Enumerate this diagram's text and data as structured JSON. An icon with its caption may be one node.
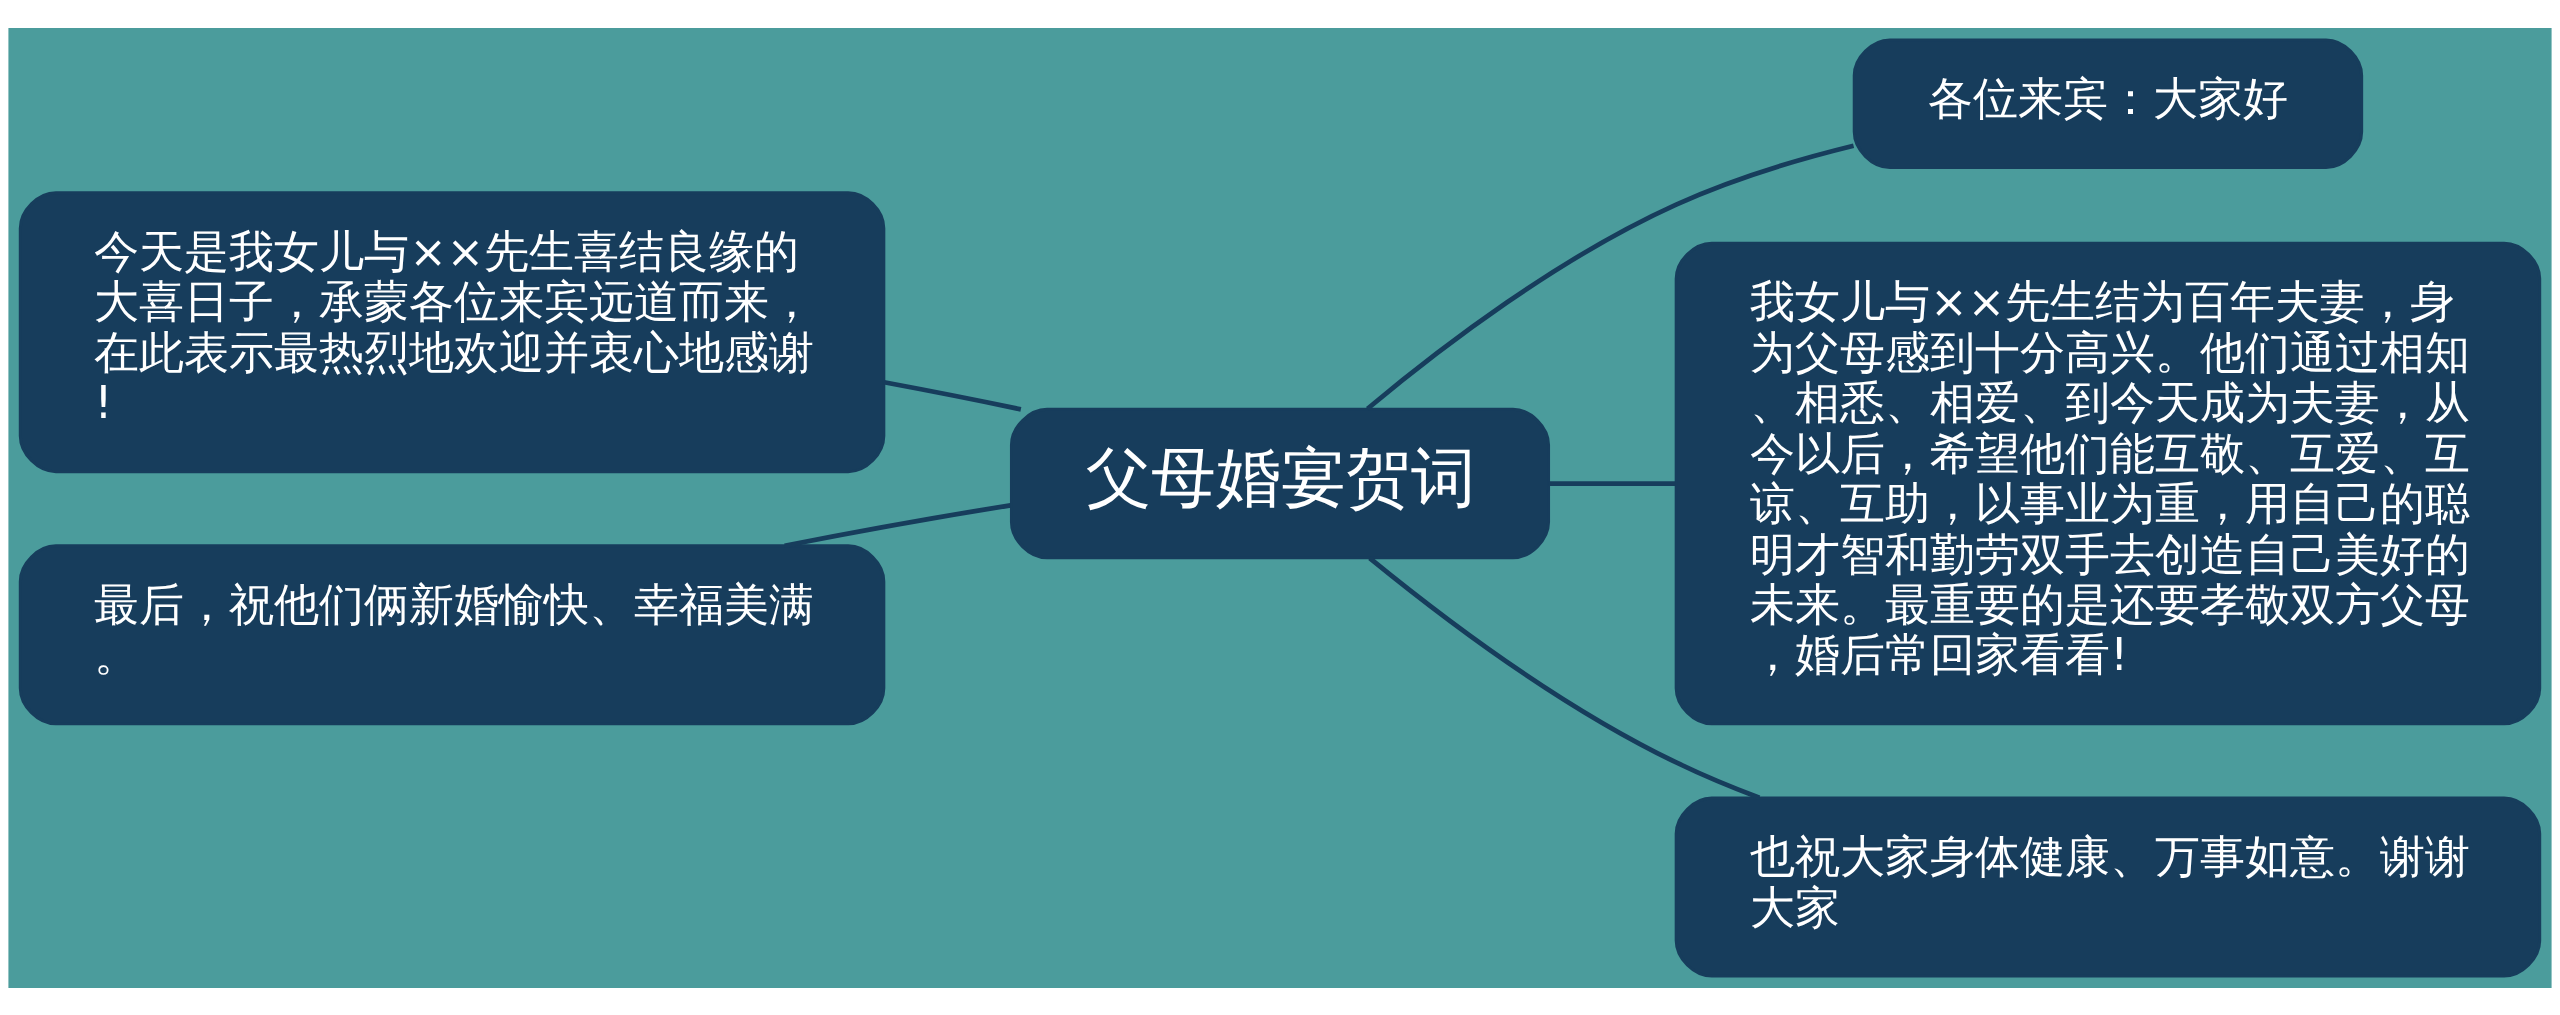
{
  "diagram": {
    "nodes": [
      {
        "text": [
          "父母婚宴贺词"
        ]
      },
      {
        "text": [
          "各位来宾：大家好"
        ]
      },
      {
        "text": [
          "今天是我女儿与××先生喜结良缘的大喜日子，承蒙各位来宾远道而来，在此表示最热烈地欢迎并衷心地感谢!"
        ]
      },
      {
        "text": [
          "我女儿与××先生结为百年夫妻，身为父母感到十分高兴。他们通过相知、相悉、相爱、到今天成为夫妻，从今以后，希望他们能互敬、互爱、互谅、互助，以事业为重，用自己的聪明才智和勤劳双手去创造自己美好的未来。最重要的是还要孝敬双方父母，婚后常回家看看!"
        ]
      },
      {
        "text": [
          "最后，祝他们俩新婚愉快、幸福美满。"
        ]
      },
      {
        "text": [
          "也祝大家身体健康、万事如意。谢谢大家"
        ]
      }
    ],
    "edges": [
      {
        "from": 0,
        "to": 1,
        "arrow": "none"
      },
      {
        "from": 0,
        "to": 2,
        "arrow": "none"
      },
      {
        "from": 0,
        "to": 3,
        "arrow": "none"
      },
      {
        "from": 0,
        "to": 4,
        "arrow": "none"
      },
      {
        "from": 0,
        "to": 5,
        "arrow": "none"
      }
    ]
  }
}
